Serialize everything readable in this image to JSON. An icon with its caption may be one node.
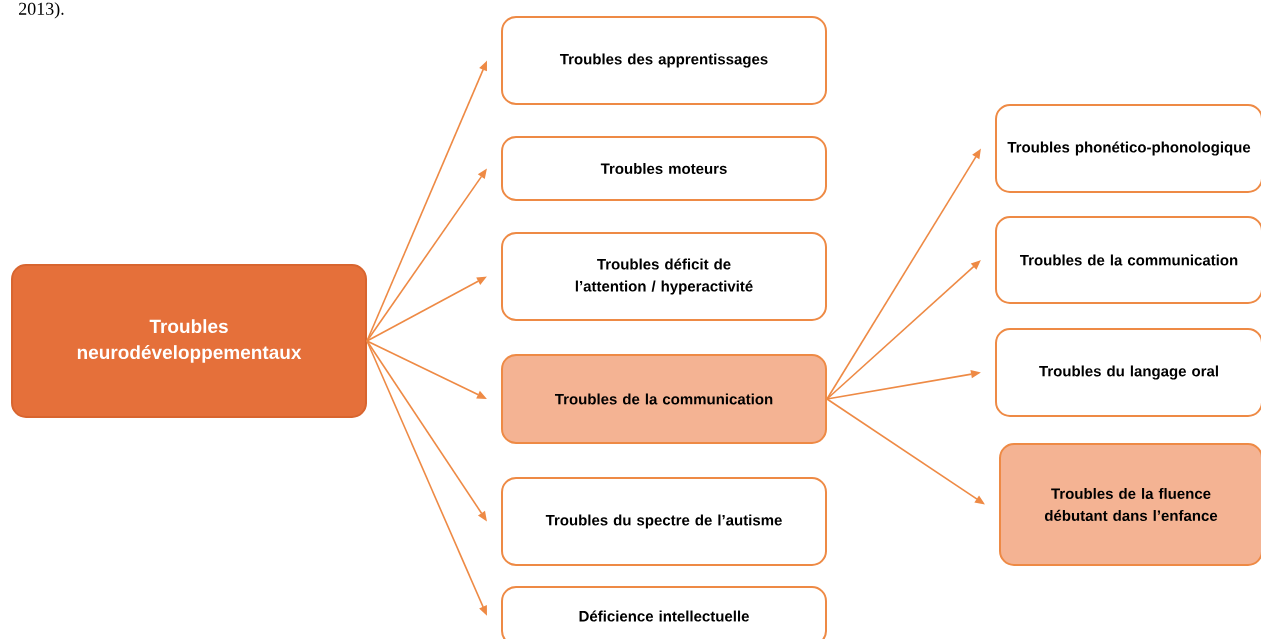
{
  "diagram": {
    "nodes": [
      {
        "text": [
          "Troubles neurodéveloppementaux"
        ]
      },
      {
        "text": [
          "Troubles des apprentissages"
        ]
      },
      {
        "text": [
          "Troubles moteurs"
        ]
      },
      {
        "text": [
          "Troubles déficit de l’attention / hyperactivité"
        ]
      },
      {
        "text": [
          "Troubles de la communication"
        ]
      },
      {
        "text": [
          "Troubles du spectre de l’autisme"
        ]
      },
      {
        "text": [
          "Déficience intellectuelle"
        ]
      },
      {
        "text": [
          "Troubles phonético-phonologique"
        ]
      },
      {
        "text": [
          "Troubles de la communication"
        ]
      },
      {
        "text": [
          "Troubles du langage oral"
        ]
      },
      {
        "text": [
          "Troubles de la fluence débutant dans l’enfance"
        ]
      }
    ],
    "edges": [
      {
        "from": 0,
        "to": 1,
        "arrow": "to"
      },
      {
        "from": 0,
        "to": 2,
        "arrow": "to"
      },
      {
        "from": 0,
        "to": 3,
        "arrow": "to"
      },
      {
        "from": 0,
        "to": 4,
        "arrow": "to"
      },
      {
        "from": 0,
        "to": 5,
        "arrow": "to"
      },
      {
        "from": 0,
        "to": 6,
        "arrow": "to"
      },
      {
        "from": 4,
        "to": 7,
        "arrow": "to"
      },
      {
        "from": 4,
        "to": 8,
        "arrow": "to"
      },
      {
        "from": 4,
        "to": 9,
        "arrow": "to"
      },
      {
        "from": 4,
        "to": 10,
        "arrow": "to"
      }
    ],
    "labels": [
      "2013)."
    ]
  }
}
